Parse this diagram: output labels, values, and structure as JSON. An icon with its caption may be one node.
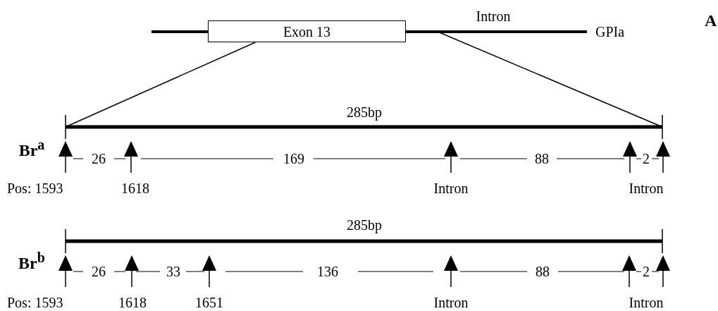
{
  "diagram": {
    "nodes": [
      {
        "text": [
          "Exon 13"
        ]
      },
      {
        "text": [
          "285bp"
        ]
      },
      {
        "text": [
          "285bp"
        ]
      }
    ],
    "edges": [
      {
        "from": 0,
        "to": 1,
        "arrow": "none"
      },
      {
        "from": 0,
        "to": 1,
        "arrow": "none"
      }
    ],
    "labels": [
      "Intron",
      "GPIa",
      "A",
      "Br$^{a}$",
      "26",
      "169",
      "88",
      "2",
      "Pos: 1593",
      "1618",
      "Intron",
      "Intron",
      "Br$^{b}$",
      "26",
      "33",
      "136",
      "88",
      "2",
      "Pos: 1593",
      "1618",
      "1651",
      "Intron",
      "Intron"
    ]
  }
}
